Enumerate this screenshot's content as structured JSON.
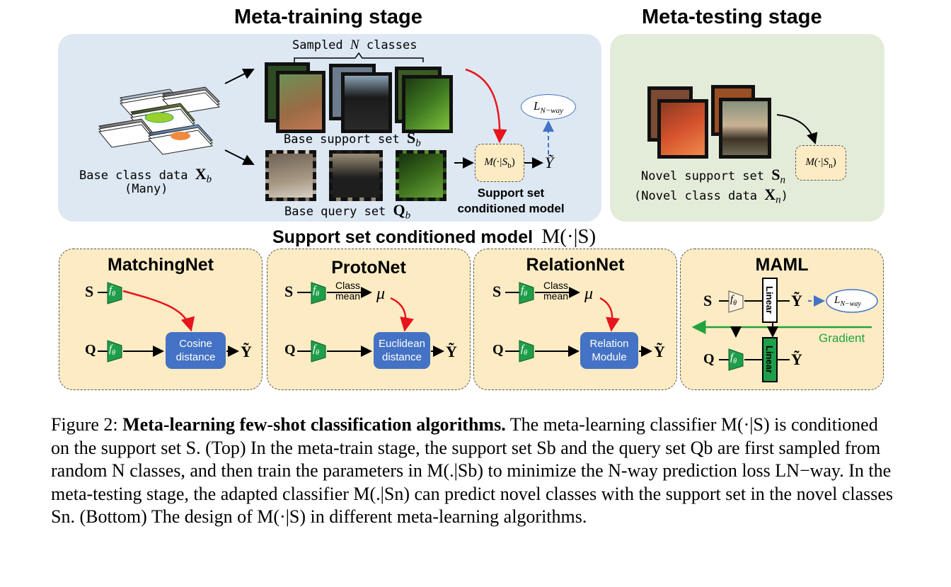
{
  "top": {
    "train_title": "Meta-training stage",
    "test_title": "Meta-testing stage",
    "sampled_label_pre": "Sampled",
    "sampled_label_n": "N",
    "sampled_label_post": "classes",
    "base_support_label": "Base support set",
    "base_support_sym": "S",
    "base_support_sub": "b",
    "base_class_label": "Base class data",
    "base_class_sym": "X",
    "base_class_sub": "b",
    "many_label": "(Many)",
    "base_query_label": "Base query set",
    "base_query_sym": "Q",
    "base_query_sub": "b",
    "model_label": "M(·|S",
    "model_sub": "b",
    "model_close": ")",
    "yhat": "Ỹ",
    "loss_label": "L",
    "loss_sub": "N−way",
    "support_cond_line1": "Support set",
    "support_cond_line2": "conditioned model",
    "novel_model_label": "M(·|S",
    "novel_model_sub": "n",
    "novel_model_close": ")",
    "novel_support_label": "Novel support set",
    "novel_support_sym": "S",
    "novel_support_sub": "n",
    "novel_class_label": "(Novel class data",
    "novel_class_sym": "X",
    "novel_class_sub": "n",
    "novel_class_close": ")"
  },
  "middle_title": "Support set conditioned model",
  "middle_title_math": "M(·|S)",
  "algorithms": [
    {
      "name": "MatchingNet",
      "box_line1": "Cosine",
      "box_line2": "distance"
    },
    {
      "name": "ProtoNet",
      "box_line1": "Euclidean",
      "box_line2": "distance",
      "class_mean_1": "Class",
      "class_mean_2": "mean",
      "mu": "μ"
    },
    {
      "name": "RelationNet",
      "box_line1": "Relation",
      "box_line2": "Module",
      "class_mean_1": "Class",
      "class_mean_2": "mean",
      "mu": "μ"
    },
    {
      "name": "MAML",
      "linear": "Linear",
      "gradient": "Gradient",
      "loss": "L",
      "loss_sub": "N−way"
    }
  ],
  "symbols": {
    "S": "S",
    "Q": "Q",
    "f": "f",
    "f_sub": "θ",
    "Y": "Ỹ"
  },
  "caption": {
    "fig": "Figure 2:",
    "title": "Meta-learning few-shot classification algorithms.",
    "text": "The meta-learning classifier M(·|S) is conditioned on the support set S. (Top) In the meta-train stage, the support set Sb and the query set Qb are first sampled from random N classes, and then train the parameters in M(.|Sb) to minimize the N-way prediction loss LN−way. In the meta-testing stage, the adapted classifier M(.|Sn) can predict novel classes with the support set in the novel classes Sn. (Bottom) The design of M(·|S) in different meta-learning algorithms."
  },
  "colors": {
    "train_panel": "#dde8f3",
    "test_panel": "#e3ecd9",
    "algo_panel": "#fdebc4",
    "blue_box": "#4472c4",
    "encoder_green": "#1f9e4a",
    "red_arrow": "#e8141c",
    "gradient_green": "#22a33d",
    "loss_blue": "#4472c4"
  }
}
